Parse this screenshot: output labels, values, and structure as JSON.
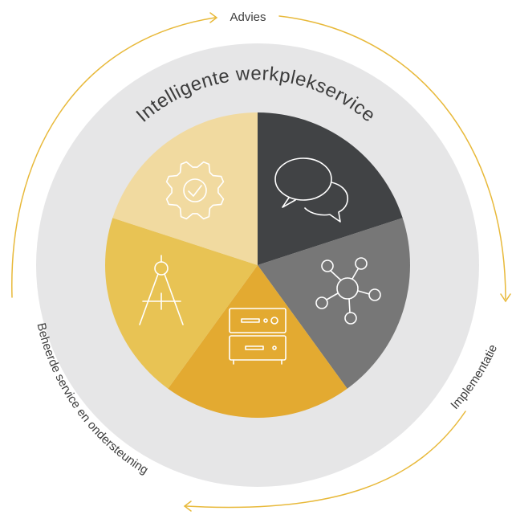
{
  "diagram": {
    "center_title": "Intelligente werkplekservice",
    "cycle_labels": {
      "advies": "Advies",
      "implementatie": "Implementatie",
      "beheer": "Beheerde service en ondersteuning"
    },
    "colors": {
      "outer_circle": "#e6e6e7",
      "cycle_line": "#e8b93a",
      "text": "#3c3c3c"
    },
    "segments": [
      {
        "id": "communication",
        "icon": "speech-bubbles-icon",
        "color": "#414345"
      },
      {
        "id": "network",
        "icon": "network-hub-icon",
        "color": "#777777"
      },
      {
        "id": "hardware",
        "icon": "server-rack-icon",
        "color": "#e3aa31"
      },
      {
        "id": "design",
        "icon": "drafting-compass-icon",
        "color": "#e8c354"
      },
      {
        "id": "configuration",
        "icon": "gear-check-icon",
        "color": "#f1daa0"
      }
    ]
  }
}
